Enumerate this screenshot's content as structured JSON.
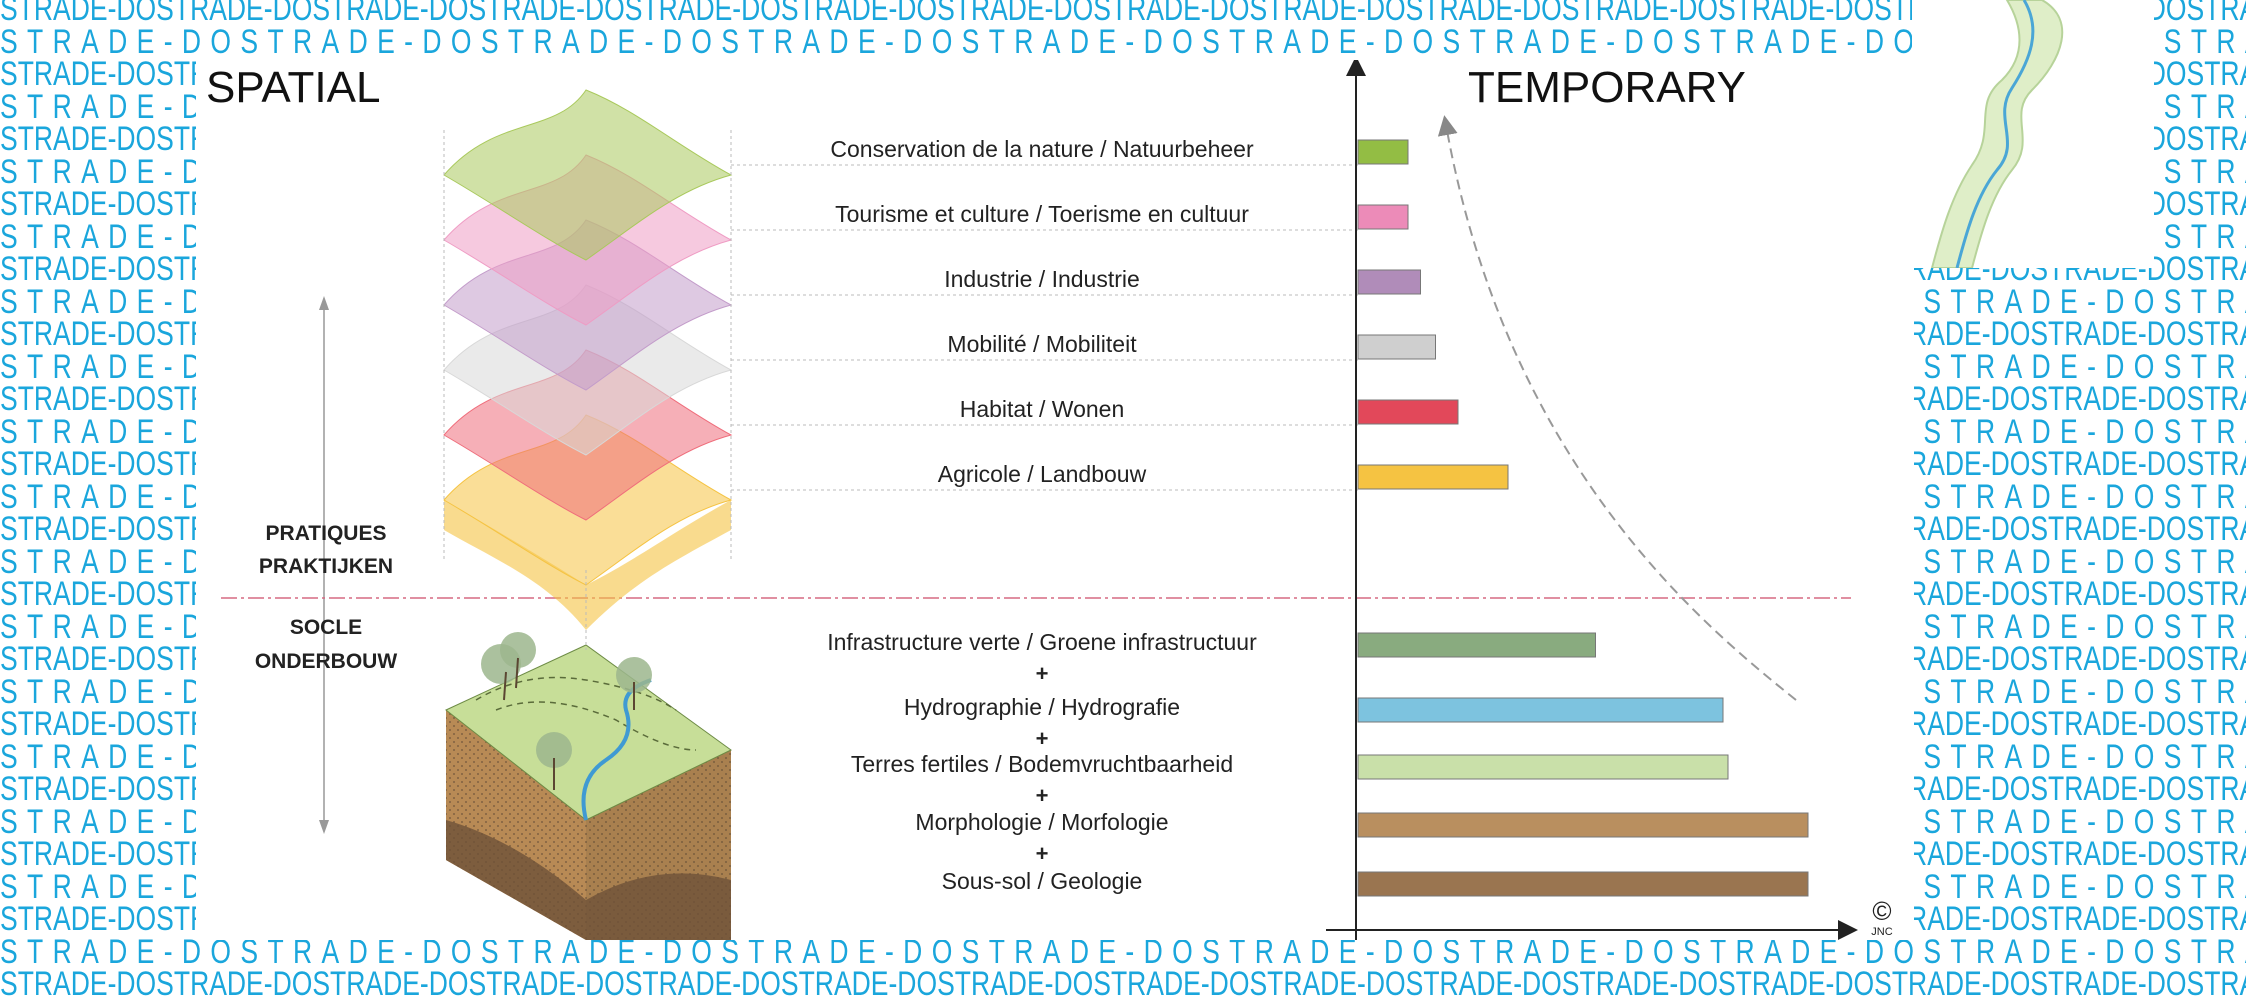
{
  "background": {
    "pattern_text": "STRADE-DOSTRADE-DOSTRADE-DOSTRADE-DOSTRADE-DOSTRADE-DOSTRADE-DOSTRADE-DOSTRADE-DOSTRADE-DOSTRADE-DOSTRADE-DOSTRADE-DOSTRADE-DOSTRADE-DOSTRADE-DOSTRADE-DOSTRADE-DOSTRADE-DOSTRADE-DOSTRADE-DOSTRADE-DOSTRADE-DOSTRADE-DOSTRADE-DOSTRADE-DOSTRADE-DOSTRADE-DOSTRADE-DOSTRADE-DO",
    "color": "#1aa6dc"
  },
  "diagram": {
    "left_title": "SPATIAL",
    "right_title": "TEMPORARY",
    "practices_label": [
      "PRATIQUES",
      "PRAKTIJKEN"
    ],
    "base_label": [
      "SOCLE",
      "ONDERBOUW"
    ],
    "copyright_symbol": "©",
    "copyright_initials": "JNC",
    "plus": "+",
    "practices": [
      {
        "label": "Conservation de la nature / Natuurbeheer",
        "value": 1.0,
        "color": "#93bd44"
      },
      {
        "label": "Tourisme et culture / Toerisme en cultuur",
        "value": 1.0,
        "color": "#ec8bb8"
      },
      {
        "label": "Industrie / Industrie",
        "value": 1.25,
        "color": "#b08cb9"
      },
      {
        "label": "Mobilité / Mobiliteit",
        "value": 1.55,
        "color": "#cfcfcf"
      },
      {
        "label": "Habitat / Wonen",
        "value": 2.0,
        "color": "#e2485a"
      },
      {
        "label": "Agricole / Landbouw",
        "value": 3.0,
        "color": "#f5c342"
      }
    ],
    "base": [
      {
        "label": "Infrastructure verte / Groene infrastructuur",
        "value": 4.75,
        "color": "#89ab7f"
      },
      {
        "label": "Hydrographie / Hydrografie",
        "value": 7.3,
        "color": "#7dc3df"
      },
      {
        "label": "Terres fertiles / Bodemvruchtbaarheid",
        "value": 7.4,
        "color": "#c9e0a9"
      },
      {
        "label": "Morphologie / Morfologie",
        "value": 9.0,
        "color": "#b98f5f"
      },
      {
        "label": "Sous-sol / Geologie",
        "value": 9.0,
        "color": "#9a7550"
      }
    ],
    "layer_colors": [
      "#f5c342",
      "#ef6d7b",
      "#d8d8d8",
      "#c39cca",
      "#ef9cc4",
      "#a9c95c"
    ]
  }
}
